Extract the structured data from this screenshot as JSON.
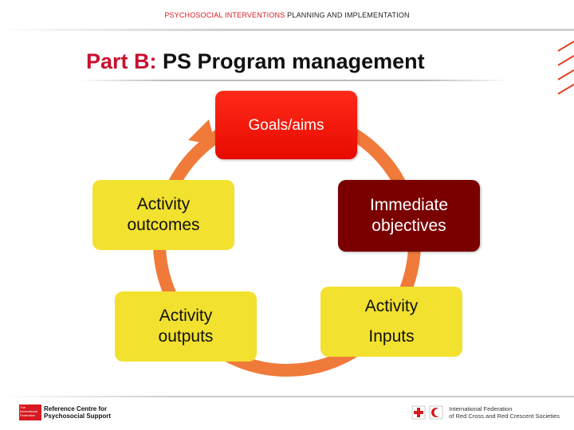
{
  "header": {
    "red_part": "PSYCHOSOCIAL INTERVENTIONS",
    "rest": " PLANNING AND IMPLEMENTATION"
  },
  "title": {
    "part_label": "Part B:",
    "main": " PS Program management"
  },
  "cycle": {
    "goals": "Goals/aims",
    "immediate_line1": "Immediate",
    "immediate_line2": "objectives",
    "inputs_line1": "Activity",
    "inputs_line2": "Inputs",
    "outputs_line1": "Activity",
    "outputs_line2": "outputs",
    "outcomes_line1": "Activity",
    "outcomes_line2": "outcomes"
  },
  "colors": {
    "goals": "#ff1a0a",
    "immediate": "#7a0000",
    "activity_box": "#f2e12e",
    "ring": "#f07a3a"
  },
  "footer": {
    "left_small": "The International Federation",
    "left_line1": "Reference Centre for",
    "left_line2": "Psychosocial Support",
    "right_line1": "International Federation",
    "right_line2": "of Red Cross and Red Crescent Societies"
  }
}
